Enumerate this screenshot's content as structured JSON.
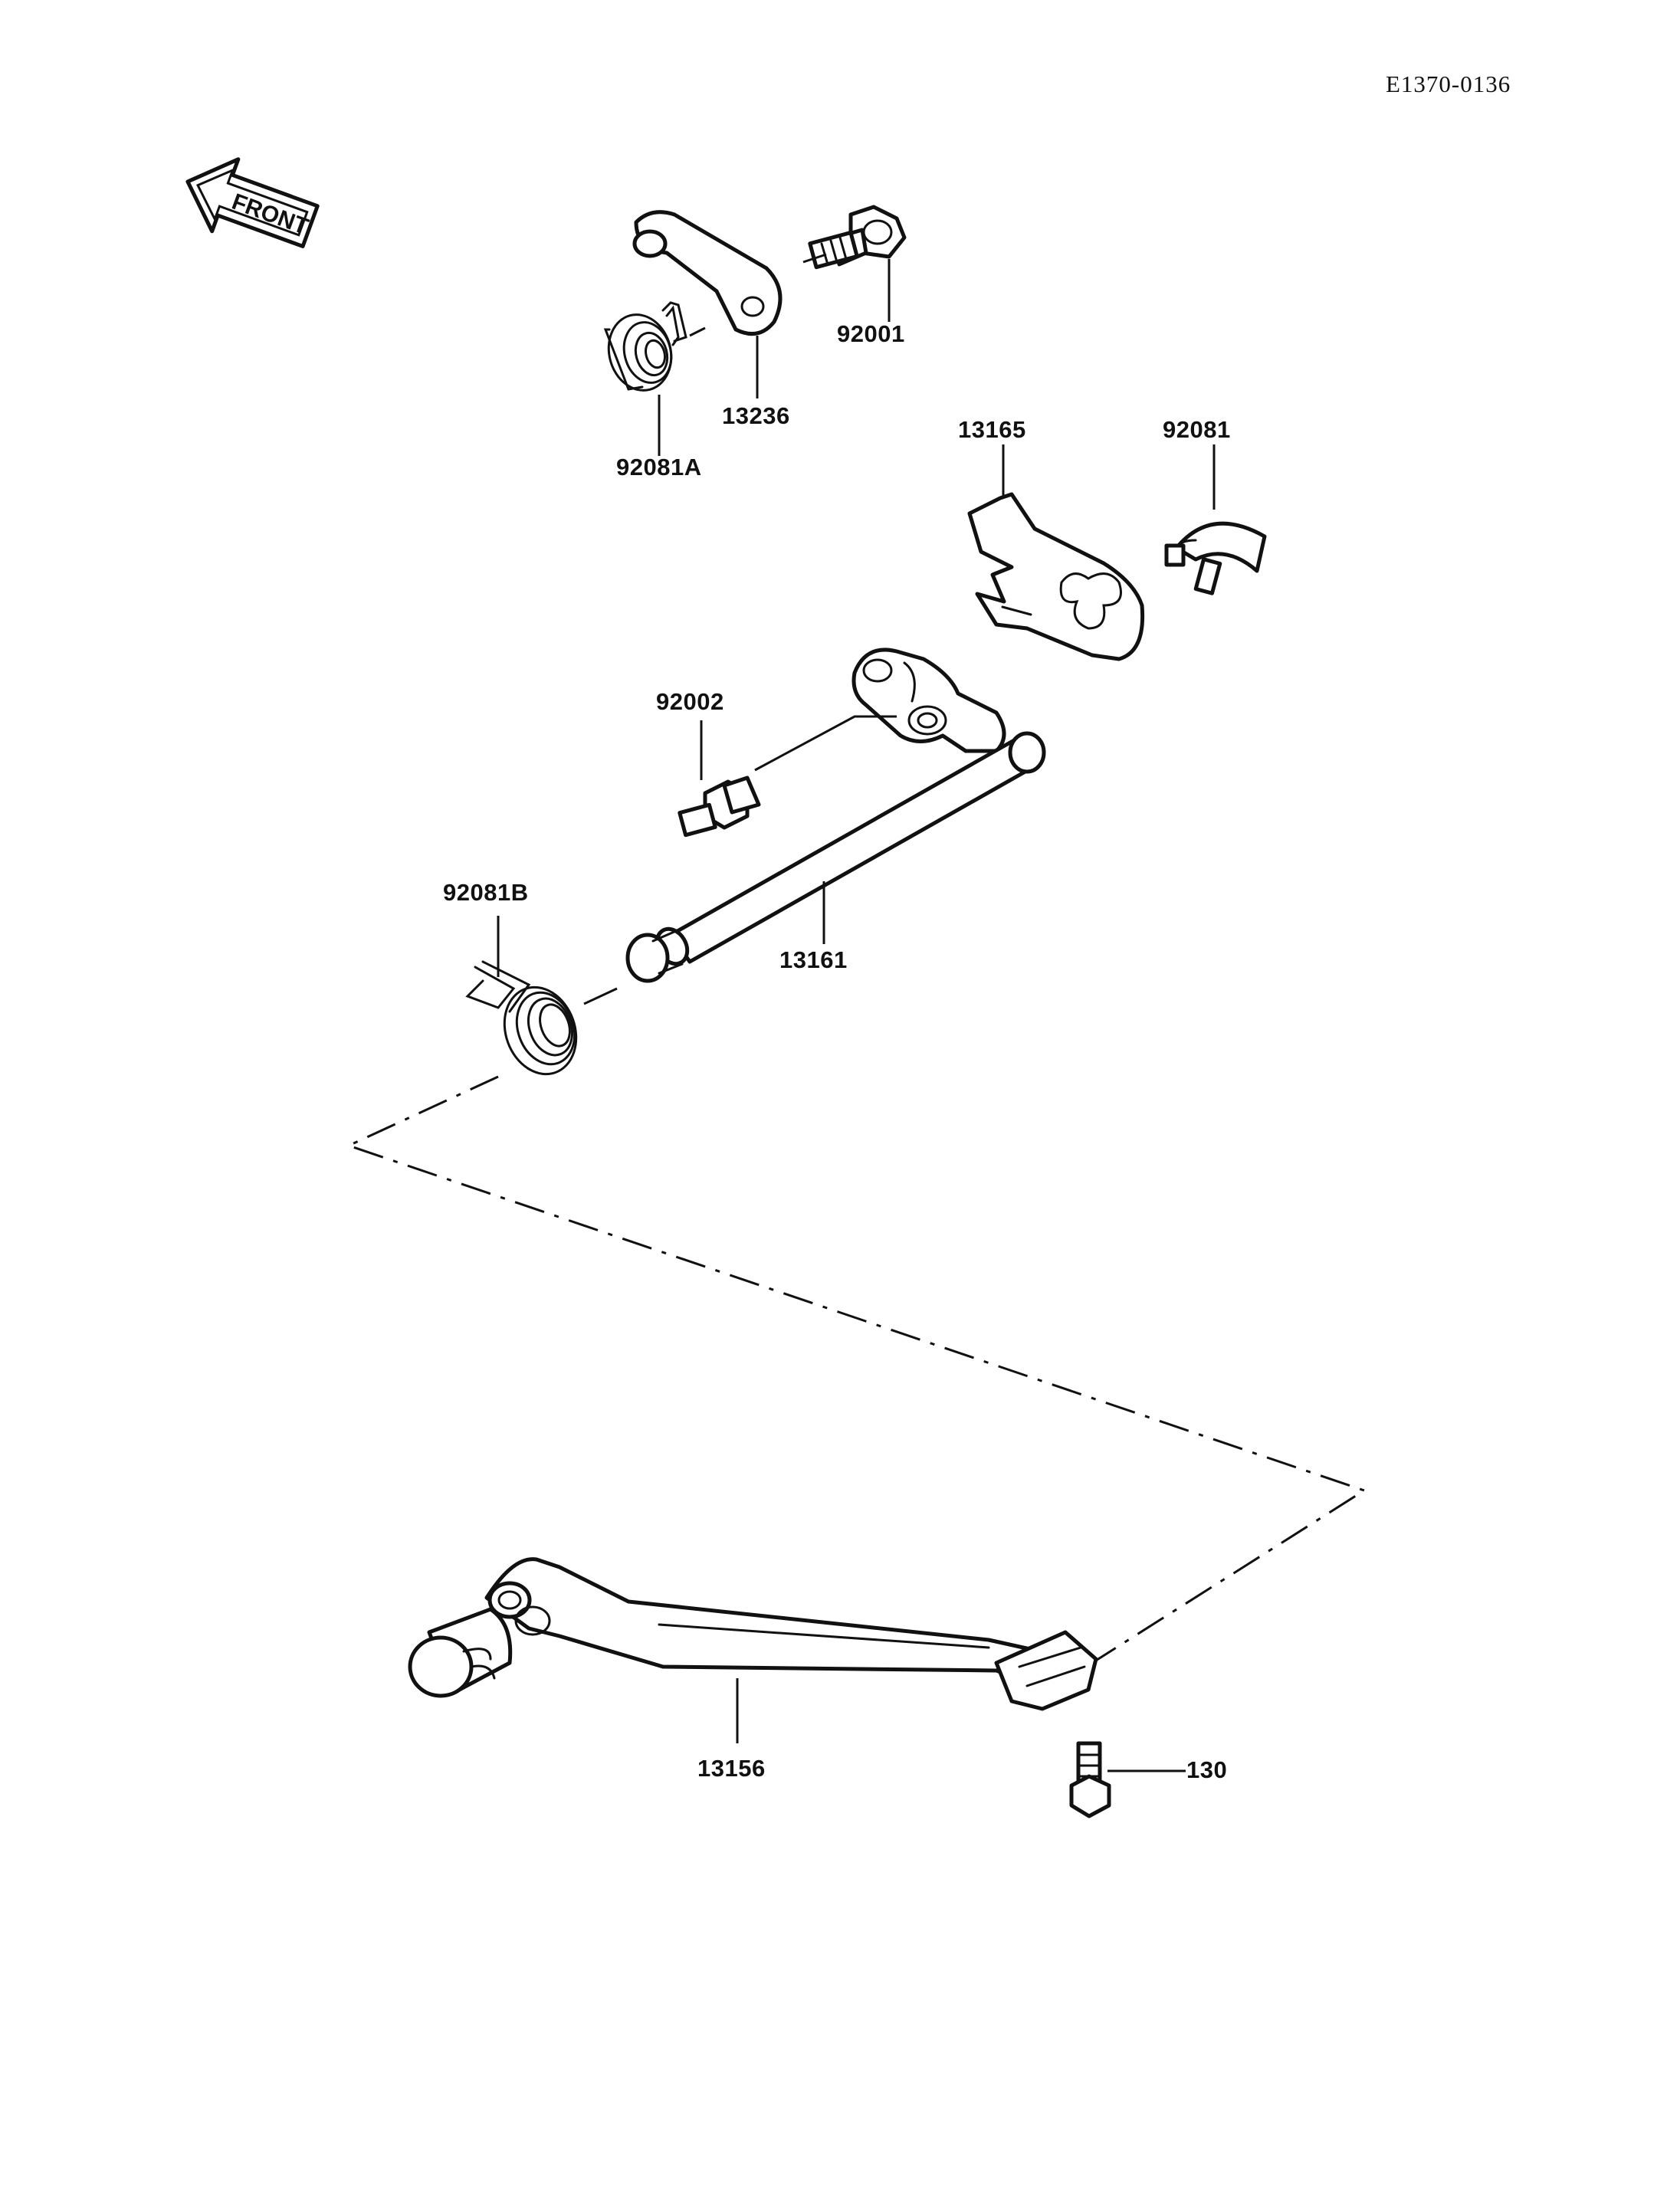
{
  "drawing_code": "E1370-0136",
  "front_badge": "FRONT",
  "parts": {
    "p92001": "92001",
    "p13236": "13236",
    "p92081A": "92081A",
    "p13165": "13165",
    "p92081": "92081",
    "p92002": "92002",
    "p92081B": "92081B",
    "p13161": "13161",
    "p13156": "13156",
    "p130": "130"
  }
}
